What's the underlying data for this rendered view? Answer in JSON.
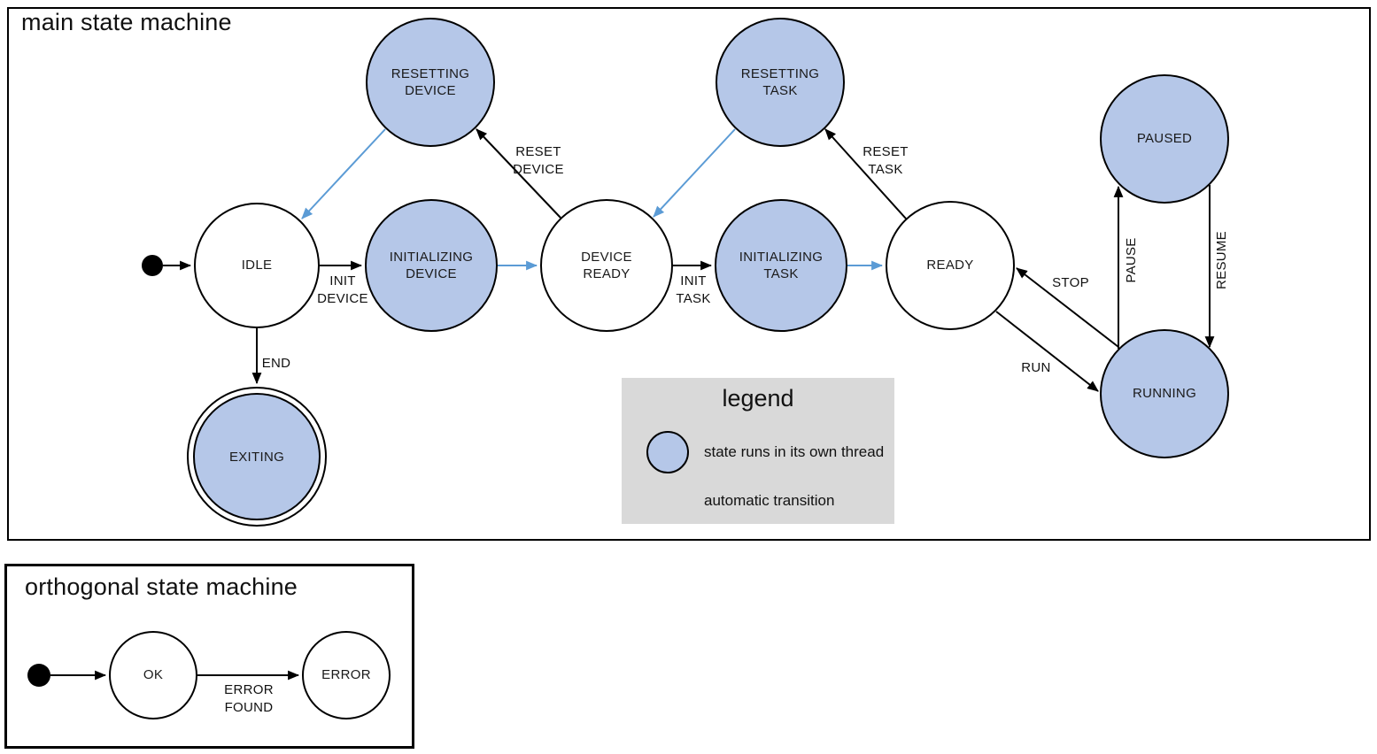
{
  "colors": {
    "threaded_state_fill": "#b5c7e8",
    "automatic_transition": "#5b9bd5",
    "legend_background": "#d9d9d9",
    "edge_color": "#000000"
  },
  "main_machine": {
    "title": "main state machine",
    "states": {
      "idle": "IDLE",
      "resetting_device": "RESETTING\nDEVICE",
      "initializing_device": "INITIALIZING\nDEVICE",
      "device_ready": "DEVICE\nREADY",
      "resetting_task": "RESETTING\nTASK",
      "initializing_task": "INITIALIZING\nTASK",
      "ready": "READY",
      "paused": "PAUSED",
      "running": "RUNNING",
      "exiting": "EXITING"
    },
    "transitions": {
      "init_device": "INIT\nDEVICE",
      "reset_device": "RESET\nDEVICE",
      "init_task": "INIT\nTASK",
      "reset_task": "RESET\nTASK",
      "end": "END",
      "run": "RUN",
      "stop": "STOP",
      "pause": "PAUSE",
      "resume": "RESUME"
    }
  },
  "legend": {
    "title": "legend",
    "threaded_state_label": "state runs in its own thread",
    "automatic_transition_label": "automatic transition"
  },
  "orthogonal_machine": {
    "title": "orthogonal state machine",
    "states": {
      "ok": "OK",
      "error": "ERROR"
    },
    "transitions": {
      "error_found": "ERROR\nFOUND"
    }
  }
}
